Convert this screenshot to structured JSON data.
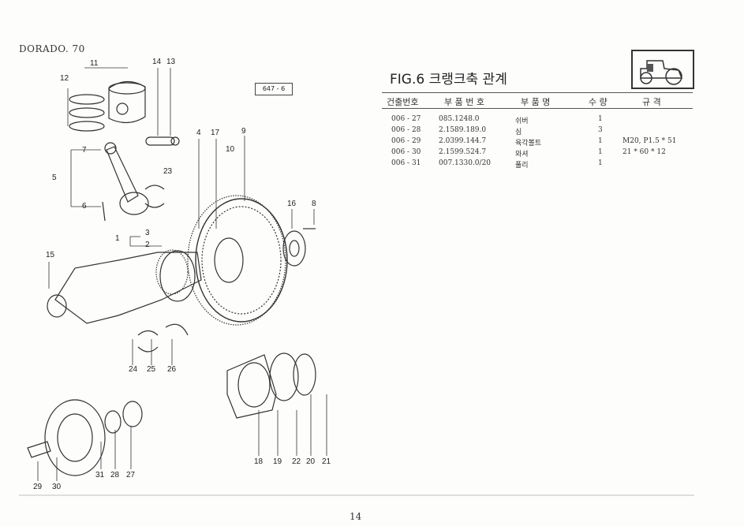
{
  "header": {
    "model": "DORADO. 70",
    "ref_code": "647 - 6",
    "figure_title": "FIG.6 크랭크축 관계"
  },
  "table": {
    "columns": [
      "건출번호",
      "부 품 번 호",
      "부 품 명",
      "수 량",
      "규 격"
    ],
    "rows": [
      {
        "no": "006 - 27",
        "part": "085.1248.0",
        "name": "쉬버",
        "qty": "1",
        "spec": ""
      },
      {
        "no": "006 - 28",
        "part": "2.1589.189.0",
        "name": "심",
        "qty": "3",
        "spec": ""
      },
      {
        "no": "006 - 29",
        "part": "2.0399.144.7",
        "name": "육각볼트",
        "qty": "1",
        "spec": "M20, P1.5 * 51"
      },
      {
        "no": "006 - 30",
        "part": "2.1599.524.7",
        "name": "와셔",
        "qty": "1",
        "spec": "21 * 60 * 12"
      },
      {
        "no": "006 - 31",
        "part": "007.1330.0/20",
        "name": "풀리",
        "qty": "1",
        "spec": ""
      }
    ]
  },
  "callouts": [
    "11",
    "12",
    "14",
    "13",
    "4",
    "17",
    "9",
    "10",
    "7",
    "5",
    "6",
    "23",
    "16",
    "8",
    "3",
    "1",
    "2",
    "15",
    "24",
    "25",
    "26",
    "18",
    "19",
    "22",
    "20",
    "21",
    "31",
    "28",
    "27",
    "29",
    "30"
  ],
  "page_number": "14",
  "icon": "tractor-icon"
}
